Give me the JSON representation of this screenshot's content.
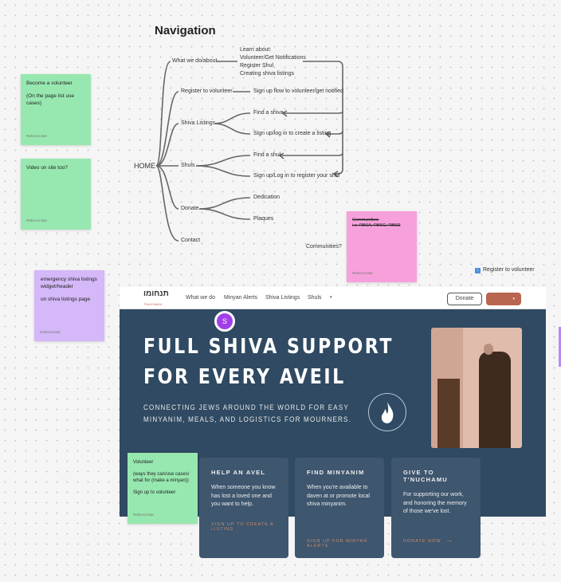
{
  "board": {
    "title": "Navigation"
  },
  "mindmap": {
    "root": "HOME",
    "branches": [
      "What we do/about",
      "Register to volunteer",
      "Shiva Listings",
      "Shuls",
      "Donate",
      "Contact"
    ],
    "learn_about": [
      "Learn about:",
      "Volunteer/Get Notifications",
      "Register Shul",
      "Creating shiva listings"
    ],
    "leaves": [
      "Sign up flow to volunteer/get notified",
      "Find a shiva",
      "Sign up/log in to create a listing",
      "Find a shul",
      "Sign up/Log in to register your shul",
      "Dedication",
      "Plaques"
    ]
  },
  "stickies": [
    {
      "lines": [
        "Become a volunteer",
        "(On the page list use cases)"
      ],
      "author": "Rebecca Bar",
      "color": "#97e8b0"
    },
    {
      "lines": [
        "Video on site too?"
      ],
      "author": "Rebecca Bar",
      "color": "#97e8b0"
    },
    {
      "lines": [
        "emergency shiva listings widget/header",
        "on shiva listings page"
      ],
      "author": "Rebecca Bar",
      "color": "#d4b8f8"
    },
    {
      "lines": [
        "Communities:",
        "i.e. RBSA, RBSC, RBSD"
      ],
      "author": "Rebecca Bar",
      "color": "#f7a1dc"
    },
    {
      "lines": [
        "Volunteer",
        "(ways they can/use cases/ what for (make a minyan))",
        "Sign up to volunteer"
      ],
      "author": "Rebecca Bar",
      "color": "#97e8b0"
    }
  ],
  "notes": {
    "communities": "Communities?",
    "register": "Register to volunteer"
  },
  "site": {
    "logo": "תנחומו",
    "logo_sub": "T'NUCHAMU",
    "nav": [
      "What we do",
      "Minyan Alerts",
      "Shiva Listings",
      "Shuls"
    ],
    "donate": "Donate",
    "cursor_initial": "S",
    "headline": [
      "FULL SHIVA SUPPORT",
      "FOR EVERY AVEIL"
    ],
    "subhead": [
      "CONNECTING JEWS AROUND THE WORLD FOR EASY",
      "MINYANIM, MEALS, AND LOGISTICS FOR MOURNERS."
    ],
    "cards": [
      {
        "title": "HELP AN AVEL",
        "text": "When someone you know has lost a loved one and you want to help.",
        "link": "SIGN UP TO CREATE A LISTING"
      },
      {
        "title": "FIND MINYANIM",
        "text": "When you're available to daven at or promote local shiva minyanim.",
        "link": "SIGN UP FOR MINYAN ALERTS"
      },
      {
        "title": "GIVE TO T'NUCHAMU",
        "text": "For supporting our work, and honoring the memory of those we've lost.",
        "link": "DONATE NOW"
      }
    ]
  }
}
